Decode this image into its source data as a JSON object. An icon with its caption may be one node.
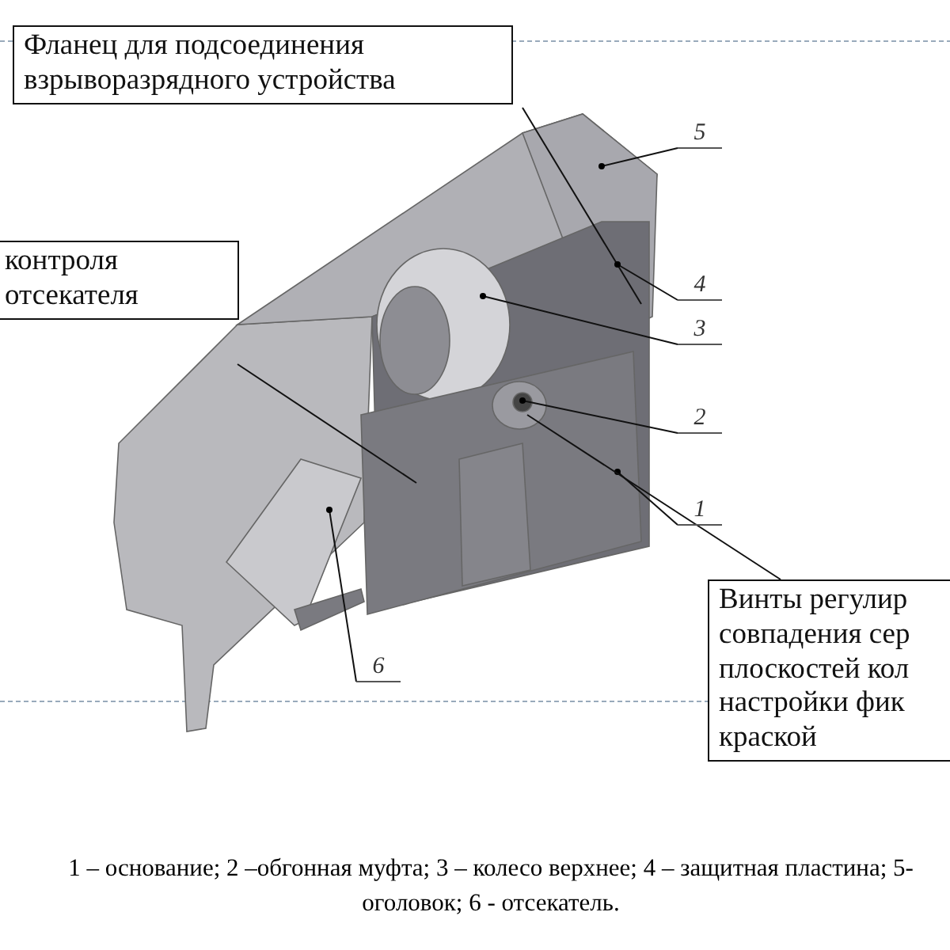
{
  "diagram": {
    "caption": "1 – основание; 2 –обгонная муфта; 3 –  колесо верхнее; 4 – защитная пластина; 5- оголовок; 6 - отсекатель.",
    "nodes": [
      {
        "text": [
          "Фланец для подсоединения взрыворазрядного устройства"
        ]
      },
      {
        "text": [
          "контроля отсекателя"
        ]
      },
      {
        "text": [
          "5"
        ]
      },
      {
        "text": [
          "4"
        ]
      },
      {
        "text": [
          "3"
        ]
      },
      {
        "text": [
          "2"
        ]
      },
      {
        "text": [
          "1"
        ]
      },
      {
        "text": [
          "Винты регулир совпадения сер плоскостей кол настройки фик краской"
        ]
      },
      {
        "text": [
          "6"
        ]
      }
    ],
    "edges": [
      {
        "from": 0,
        "to": null,
        "arrow": "none"
      },
      {
        "from": 1,
        "to": null,
        "arrow": "none"
      },
      {
        "from": 2,
        "to": null,
        "arrow": "other"
      },
      {
        "from": 3,
        "to": null,
        "arrow": "other"
      },
      {
        "from": 4,
        "to": null,
        "arrow": "other"
      },
      {
        "from": 5,
        "to": null,
        "arrow": "other"
      },
      {
        "from": 6,
        "to": null,
        "arrow": "other"
      },
      {
        "from": 7,
        "to": null,
        "arrow": "none"
      },
      {
        "from": 8,
        "to": null,
        "arrow": "other"
      }
    ]
  }
}
